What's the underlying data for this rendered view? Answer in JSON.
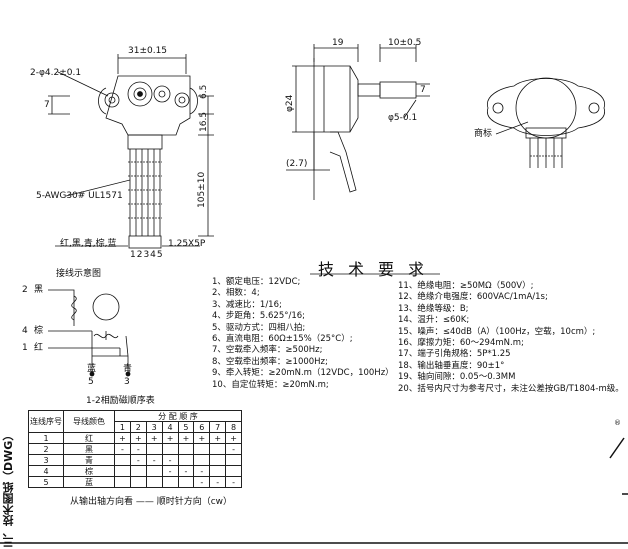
{
  "drawing": {
    "dims": {
      "width_top": "31±0.15",
      "hole": "2-φ4.2±0.1",
      "left_7": "7",
      "right_6_5": "6.5",
      "right_16_5": "16.5",
      "right_105": "105±10",
      "wire_spec": "5-AWG30# UL1571",
      "pitch": "1.25X5P",
      "pins": "12345",
      "colors": "红,黑,青,棕,蓝",
      "side_19": "19",
      "side_10": "10±0.5",
      "side_phi24": "φ24",
      "side_7": "7",
      "side_phi5": "φ5-0.1",
      "side_2_7": "(2.7)",
      "trademark": "商标"
    }
  },
  "wiring": {
    "title": "接线示意图",
    "pins": [
      {
        "num": "2",
        "color": "黑"
      },
      {
        "num": "4",
        "color": "棕"
      },
      {
        "num": "1",
        "color": "红"
      }
    ],
    "bottom": [
      {
        "color": "蓝",
        "num": "5"
      },
      {
        "color": "青",
        "num": "3"
      }
    ]
  },
  "requirements": {
    "title": "技术要求",
    "left": [
      "1、额定电压：12VDC;",
      "2、相数：4;",
      "3、减速比：1/16;",
      "4、步距角：5.625°/16;",
      "5、驱动方式：四相八拍;",
      "6、直流电阻：60Ω±15%（25°C）;",
      "7、空载牵入频率：≥500Hz;",
      "8、空载牵出频率：≥1000Hz;",
      "9、牵入转矩：≥20mN.m（12VDC，100Hz）",
      "10、自定位转矩：≥20mN.m;"
    ],
    "right": [
      "11、绝缘电阻：≥50MΩ（500V）;",
      "12、绝缘介电强度：600VAC/1mA/1s;",
      "13、绝缘等级：B;",
      "14、温升：≤60K;",
      "15、噪声：≤40dB（A）（100Hz，空载，10cm）;",
      "16、摩擦力矩：60～294mN.m;",
      "17、端子引角规格：5P*1.25",
      "18、输出轴垂直度：90±1°",
      "19、轴向间隙：0.05～0.3MM",
      "20、括号内尺寸为参考尺寸，未注公差按GB/T1804-m级。"
    ]
  },
  "sequence": {
    "title": "1-2相励磁顺序表",
    "header_seq": "连线序号",
    "header_color": "导线颜色",
    "header_order": "分 配 顺 序",
    "steps": [
      "1",
      "2",
      "3",
      "4",
      "5",
      "6",
      "7",
      "8"
    ],
    "rows": [
      {
        "n": "1",
        "c": "红",
        "s": [
          "+",
          "+",
          "+",
          "+",
          "+",
          "+",
          "+",
          "+"
        ]
      },
      {
        "n": "2",
        "c": "黑",
        "s": [
          "-",
          "-",
          "",
          "",
          "",
          "",
          "",
          "-"
        ]
      },
      {
        "n": "3",
        "c": "青",
        "s": [
          "",
          "-",
          "-",
          "-",
          "",
          "",
          "",
          ""
        ]
      },
      {
        "n": "4",
        "c": "棕",
        "s": [
          "",
          "",
          "",
          "-",
          "-",
          "-",
          "",
          ""
        ]
      },
      {
        "n": "5",
        "c": "蓝",
        "s": [
          "",
          "",
          "",
          "",
          "",
          "-",
          "-",
          "-"
        ]
      }
    ],
    "footer": "从输出轴方向看 —— 顺时针方向（cw）"
  },
  "side_label": "三、技术图纸（DWG）"
}
